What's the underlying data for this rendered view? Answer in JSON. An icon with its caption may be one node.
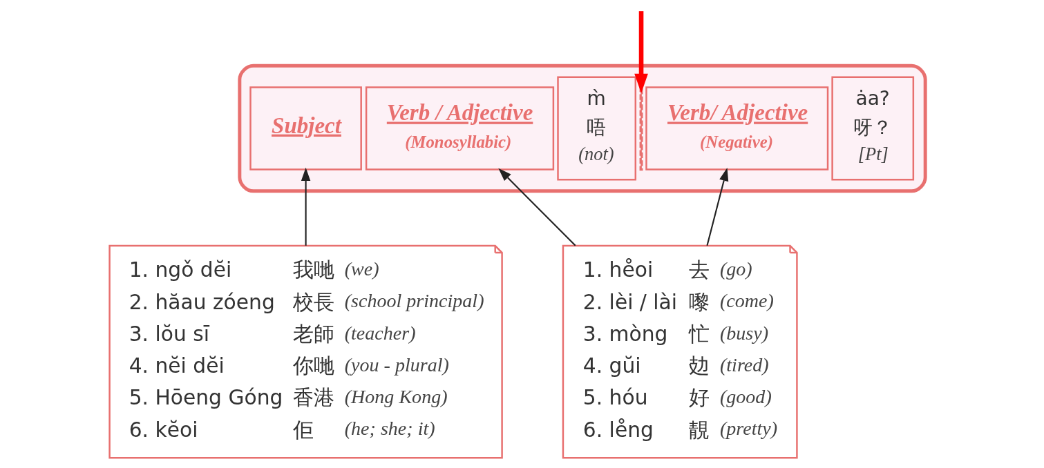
{
  "diagram": {
    "nodes": [
      {
        "text": [],
        "shape": "box"
      },
      {
        "text": [
          "Subject"
        ],
        "in": 0
      },
      {
        "text": [
          "Verb / Adjective",
          "(Monosyllabic)"
        ],
        "in": 0
      },
      {
        "text": [
          "m̀",
          "唔",
          "(not)"
        ],
        "in": 0
      },
      {
        "text": [],
        "shape": "line",
        "in": 0
      },
      {
        "text": [
          "Verb/ Adjective",
          "(Negative)"
        ],
        "in": 0
      },
      {
        "text": [
          "ȧa?",
          "呀？",
          "[Pt]"
        ],
        "in": 0
      },
      {
        "text": [
          "1. ngǒ dĕi",
          "我哋",
          "(we)",
          "2. hăau zóeng",
          "校長",
          "(school principal)",
          "3. lŏu sī",
          "老師",
          "(teacher)",
          "4. nĕi dĕi",
          "你哋",
          "(you - plural)",
          "5. Hōeng Góng",
          "香港",
          "(Hong Kong)",
          "6. kĕoi",
          "佢",
          "(he; she; it)"
        ]
      },
      {
        "text": [
          "1. he̊oi",
          "去",
          "(go)",
          "2. lèi / lài",
          "嚟",
          "(come)",
          "3. mòng",
          "忙",
          "(busy)",
          "4. gŭi",
          "攰",
          "(tired)",
          "5. hóu",
          "好",
          "(good)",
          "6. le̊ng",
          "靚",
          "(pretty)"
        ]
      }
    ],
    "edges": [
      {
        "from": 7,
        "to": 1,
        "arrow": "to"
      },
      {
        "from": 8,
        "to": 2,
        "arrow": "to"
      },
      {
        "from": 8,
        "to": 5,
        "arrow": "to"
      },
      {
        "from": null,
        "to": 4,
        "arrow": "to",
        "style": "thick",
        "color": "#ff0000"
      }
    ]
  }
}
